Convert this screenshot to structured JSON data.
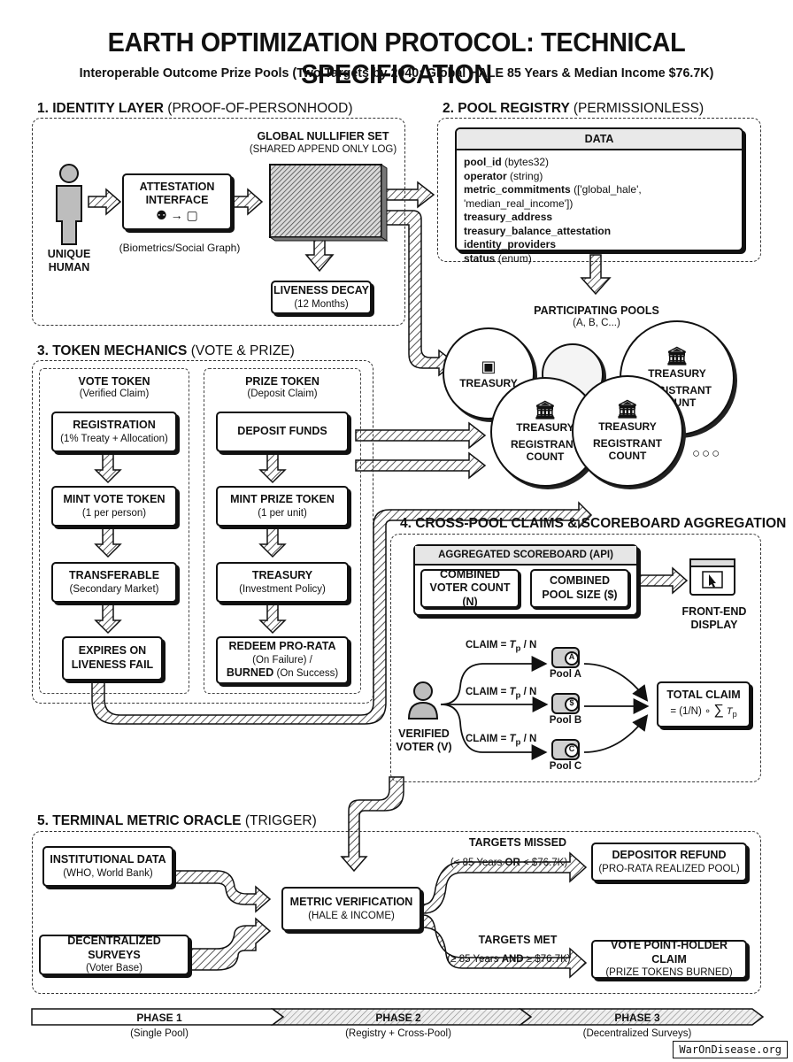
{
  "title": "EARTH OPTIMIZATION PROTOCOL: TECHNICAL SPECIFICATION",
  "subtitle": "Interoperable Outcome Prize Pools (Two Targets by 2040: Global HALE 85 Years & Median Income $76.7K)",
  "identity": {
    "heading": "1. IDENTITY LAYER",
    "heading_paren": "(PROOF-OF-PERSONHOOD)",
    "human": "UNIQUE HUMAN",
    "attestation": "ATTESTATION INTERFACE",
    "attestation_note": "(Biometrics/Social Graph)",
    "nullifier": "GLOBAL NULLIFIER SET",
    "nullifier_sub": "(SHARED APPEND ONLY LOG)",
    "liveness": "LIVENESS DECAY",
    "liveness_sub": "(12 Months)"
  },
  "registry": {
    "heading": "2. POOL REGISTRY",
    "heading_paren": "(PERMISSIONLESS)",
    "data_title": "DATA",
    "fields": [
      {
        "name": "pool_id",
        "type": "(bytes32)"
      },
      {
        "name": "operator",
        "type": "(string)"
      },
      {
        "name": "metric_commitments",
        "type": "(['global_hale', 'median_real_income'])"
      },
      {
        "name": "treasury_address",
        "type": ""
      },
      {
        "name": "treasury_balance_attestation",
        "type": ""
      },
      {
        "name": "identity_providers",
        "type": ""
      },
      {
        "name": "status",
        "type": "(enum)"
      }
    ]
  },
  "pools": {
    "title": "PARTICIPATING POOLS",
    "sub": "(A, B, C...)",
    "treasury": "TREASURY",
    "registrant": "REGISTRANT",
    "count": "COUNT",
    "more": "○○○"
  },
  "token": {
    "heading": "3. TOKEN MECHANICS",
    "heading_paren": "(VOTE & PRIZE)",
    "vote_title": "VOTE TOKEN",
    "vote_sub": "(Verified Claim)",
    "prize_title": "PRIZE TOKEN",
    "prize_sub": "(Deposit Claim)",
    "vote_steps": [
      {
        "title": "REGISTRATION",
        "sub": "(1% Treaty + Allocation)"
      },
      {
        "title": "MINT VOTE TOKEN",
        "sub": "(1 per person)"
      },
      {
        "title": "TRANSFERABLE",
        "sub": "(Secondary Market)"
      },
      {
        "title": "EXPIRES ON",
        "sub": "LIVENESS FAIL"
      }
    ],
    "prize_steps": [
      {
        "title": "DEPOSIT FUNDS",
        "sub": ""
      },
      {
        "title": "MINT PRIZE TOKEN",
        "sub": "(1 per unit)"
      },
      {
        "title": "TREASURY",
        "sub": "(Investment Policy)"
      }
    ],
    "redeem_title": "REDEEM PRO-RATA",
    "redeem_l2": "(On Failure) /",
    "redeem_l3a": "BURNED",
    "redeem_l3b": " (On Success)"
  },
  "cross": {
    "heading": "4. CROSS-POOL CLAIMS & SCOREBOARD AGGREGATION",
    "scoreboard": "AGGREGATED SCOREBOARD (API)",
    "voter_count": "COMBINED VOTER COUNT (N)",
    "pool_size": "COMBINED POOL SIZE ($)",
    "frontend": "FRONT-END DISPLAY",
    "claim_pre": "CLAIM = ",
    "claim_T": "T",
    "claim_p": "p",
    "claim_post": " / N",
    "pool_a": "Pool A",
    "pool_b": "Pool B",
    "pool_c": "Pool C",
    "coin_a": "A",
    "coin_b": "$",
    "coin_c": "C",
    "voter": "VERIFIED VOTER (V)",
    "total": "TOTAL CLAIM",
    "total_formula_a": "= (1/N) ∘ ",
    "total_sum": "∑",
    "total_T": "T",
    "total_p": "p"
  },
  "oracle": {
    "heading": "5. TERMINAL METRIC ORACLE",
    "heading_paren": "(TRIGGER)",
    "inst": "INSTITUTIONAL DATA",
    "inst_sub": "(WHO, World Bank)",
    "surveys": "DECENTRALIZED SURVEYS",
    "surveys_sub": "(Voter Base)",
    "verify": "METRIC VERIFICATION",
    "verify_sub": "(HALE & INCOME)",
    "missed": "TARGETS MISSED",
    "missed_cond_a": "(< 85 Years ",
    "missed_cond_or": "OR",
    "missed_cond_b": " < $76.7K)",
    "met": "TARGETS MET",
    "met_cond_a": "(≥ 85 Years ",
    "met_cond_and": "AND",
    "met_cond_b": " ≥ $76.7K)",
    "refund": "DEPOSITOR REFUND",
    "refund_sub": "(PRO-RATA REALIZED POOL)",
    "claim": "VOTE POINT-HOLDER CLAIM",
    "claim_sub": "(PRIZE TOKENS BURNED)"
  },
  "phases": [
    {
      "title": "PHASE 1",
      "sub": "(Single Pool)"
    },
    {
      "title": "PHASE 2",
      "sub": "(Registry + Cross-Pool)"
    },
    {
      "title": "PHASE 3",
      "sub": "(Decentralized Surveys)"
    }
  ],
  "footer": "WarOnDisease.org"
}
